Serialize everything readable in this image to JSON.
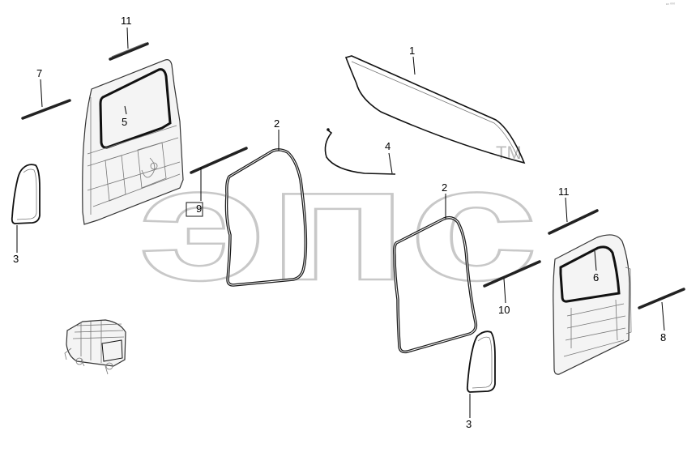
{
  "diagram": {
    "corner_text": "ᵉᵒ ⁰⁰⁰",
    "watermark": {
      "text": "эпс",
      "tm": "TM"
    },
    "callouts": [
      {
        "id": "c1",
        "label": "1"
      },
      {
        "id": "c2a",
        "label": "2"
      },
      {
        "id": "c2b",
        "label": "2"
      },
      {
        "id": "c3a",
        "label": "3"
      },
      {
        "id": "c3b",
        "label": "3"
      },
      {
        "id": "c4",
        "label": "4"
      },
      {
        "id": "c5",
        "label": "5"
      },
      {
        "id": "c6",
        "label": "6"
      },
      {
        "id": "c7",
        "label": "7"
      },
      {
        "id": "c8",
        "label": "8"
      },
      {
        "id": "c9",
        "label": "9"
      },
      {
        "id": "c10",
        "label": "10"
      },
      {
        "id": "c11a",
        "label": "11"
      },
      {
        "id": "c11b",
        "label": "11"
      }
    ],
    "parts": [
      "glass-panel",
      "door-seal",
      "corner-glass",
      "cable",
      "door-frame-left",
      "door-frame-right",
      "trim-strip",
      "van-cab-thumbnail"
    ]
  }
}
